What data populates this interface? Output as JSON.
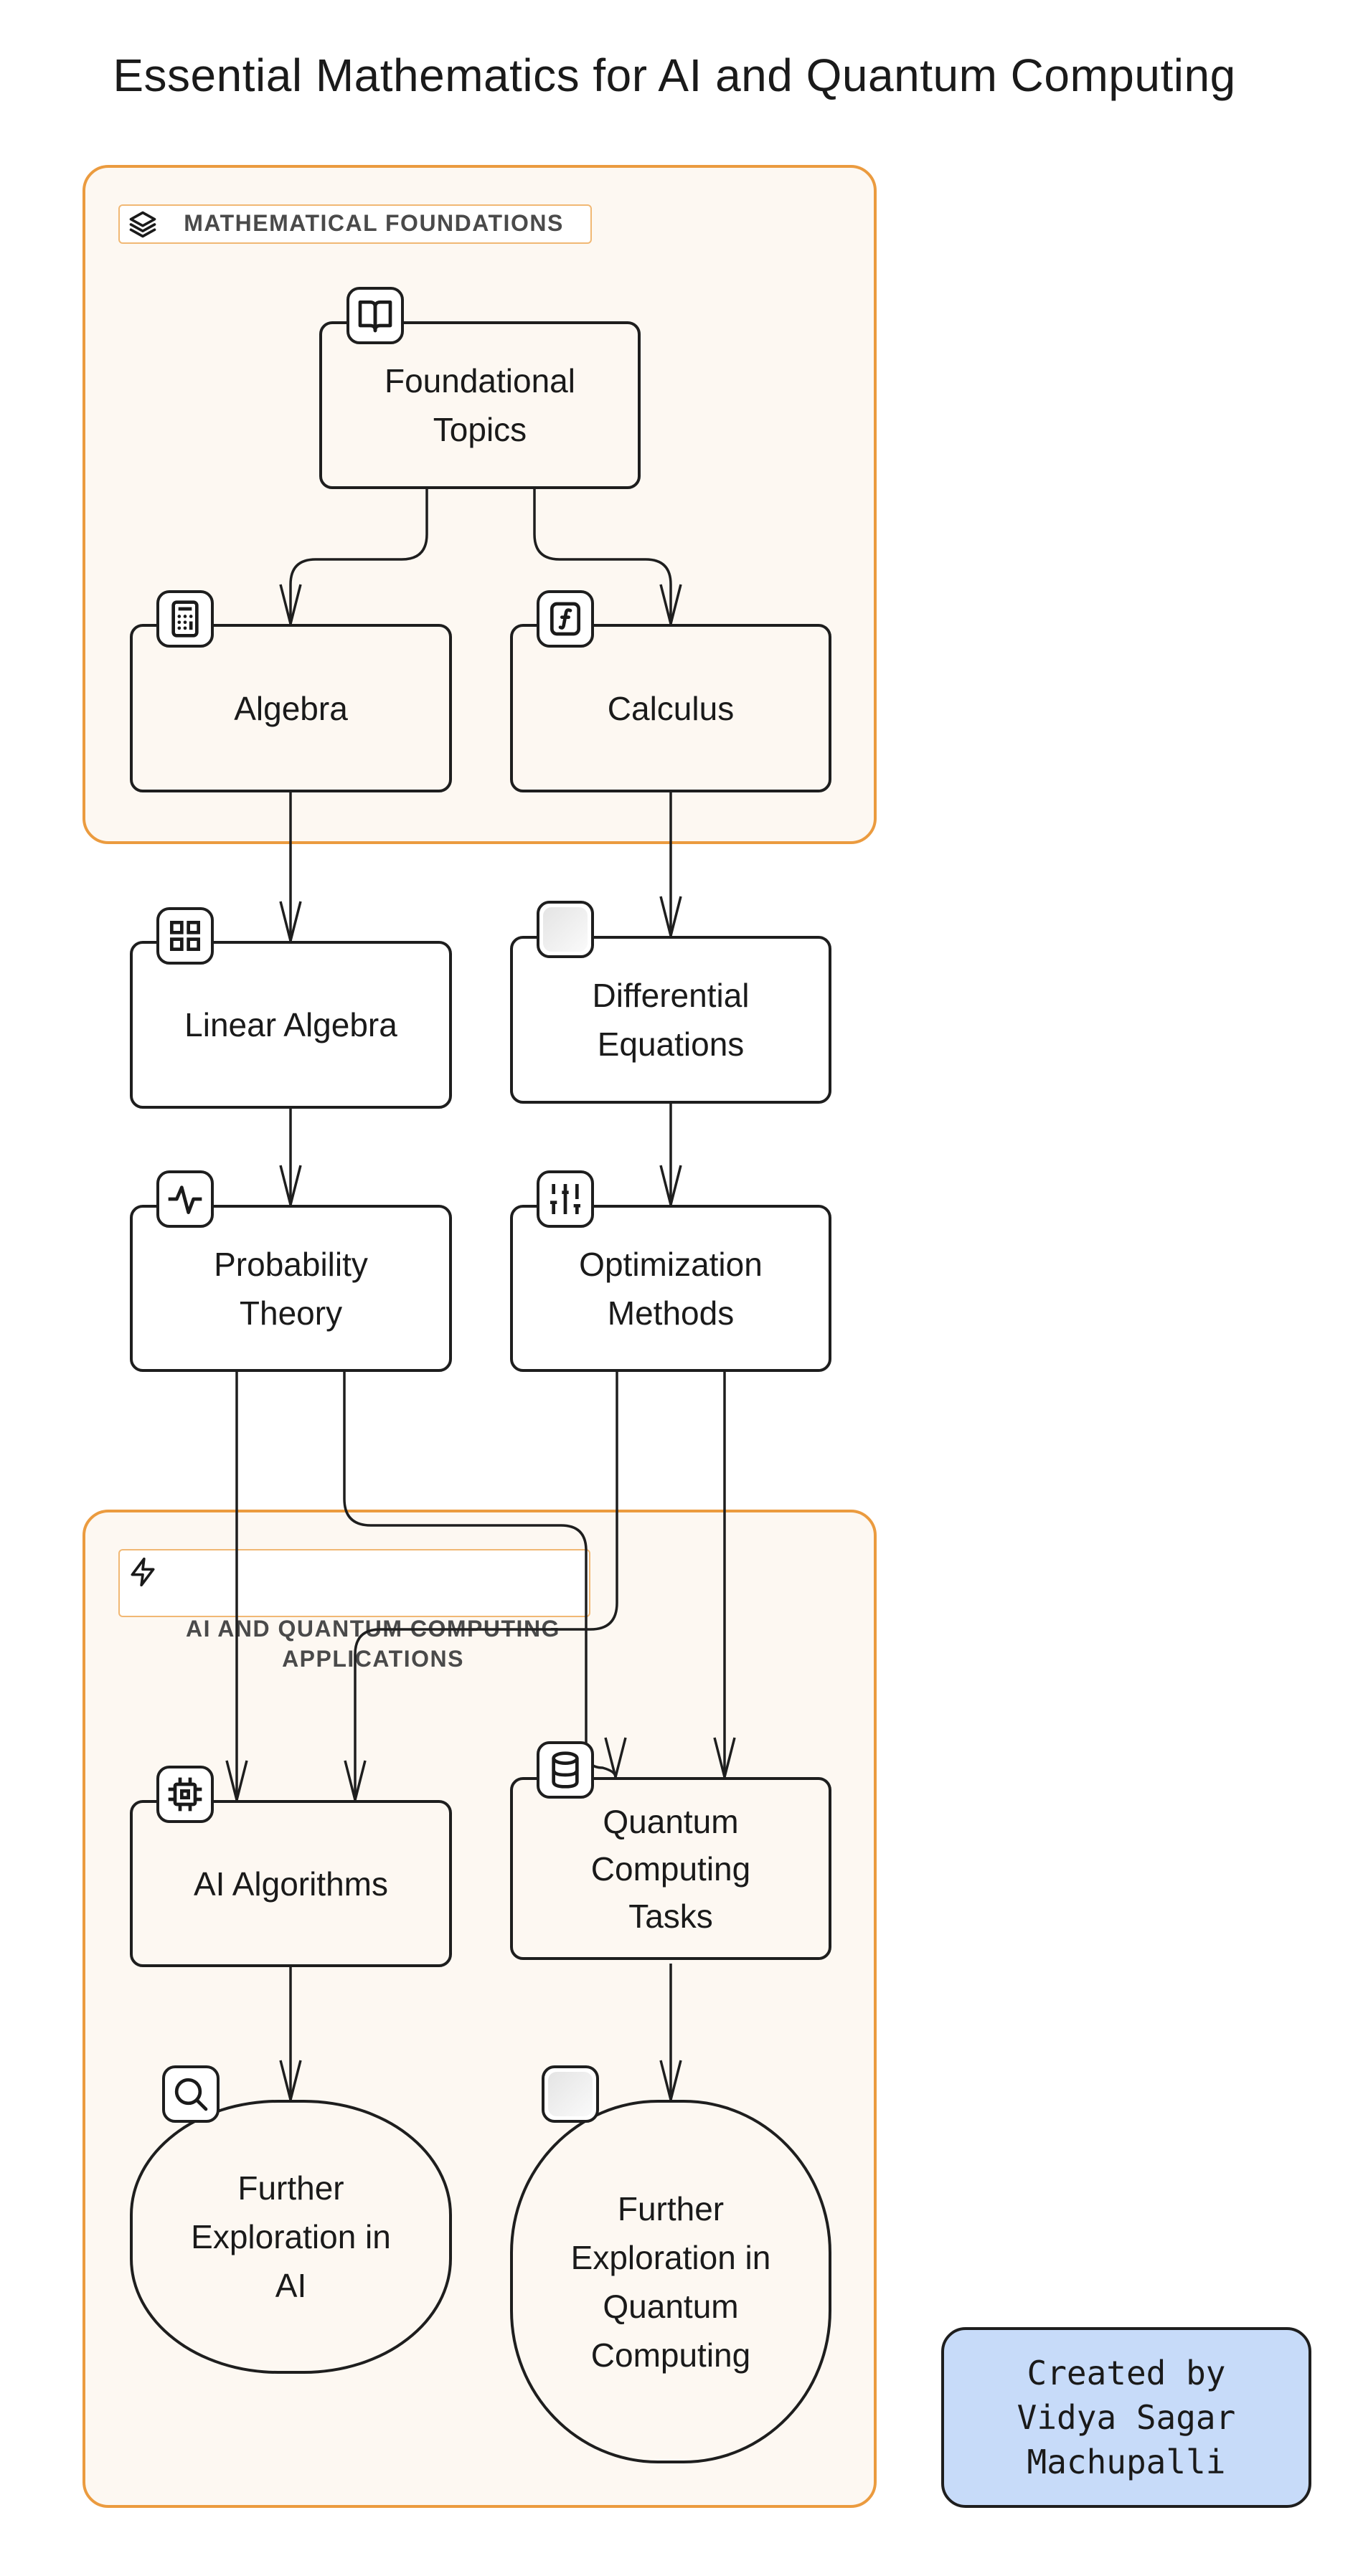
{
  "title": "Essential Mathematics for AI and Quantum Computing",
  "groups": [
    {
      "id": "foundations",
      "label": "MATHEMATICAL FOUNDATIONS",
      "icon": "layers-icon"
    },
    {
      "id": "applications",
      "label": "AI AND QUANTUM COMPUTING\nAPPLICATIONS",
      "icon": "lightning-icon"
    }
  ],
  "nodes": {
    "foundational_topics": {
      "label": "Foundational\nTopics",
      "icon": "book-icon"
    },
    "algebra": {
      "label": "Algebra",
      "icon": "calculator-icon"
    },
    "calculus": {
      "label": "Calculus",
      "icon": "function-icon"
    },
    "linear_algebra": {
      "label": "Linear Algebra",
      "icon": "grid-icon"
    },
    "differential_equations": {
      "label": "Differential\nEquations",
      "icon": "blank-icon"
    },
    "probability_theory": {
      "label": "Probability\nTheory",
      "icon": "pulse-icon"
    },
    "optimization_methods": {
      "label": "Optimization\nMethods",
      "icon": "sliders-icon"
    },
    "ai_algorithms": {
      "label": "AI Algorithms",
      "icon": "chip-icon"
    },
    "quantum_tasks": {
      "label": "Quantum\nComputing\nTasks",
      "icon": "database-icon"
    },
    "further_ai": {
      "label": "Further\nExploration in\nAI",
      "icon": "search-icon"
    },
    "further_quantum": {
      "label": "Further\nExploration in\nQuantum\nComputing",
      "icon": "blank-icon"
    }
  },
  "edges": [
    {
      "from": "foundational_topics",
      "to": "algebra"
    },
    {
      "from": "foundational_topics",
      "to": "calculus"
    },
    {
      "from": "algebra",
      "to": "linear_algebra"
    },
    {
      "from": "calculus",
      "to": "differential_equations"
    },
    {
      "from": "linear_algebra",
      "to": "probability_theory"
    },
    {
      "from": "differential_equations",
      "to": "optimization_methods"
    },
    {
      "from": "probability_theory",
      "to": "ai_algorithms"
    },
    {
      "from": "probability_theory",
      "to": "quantum_tasks"
    },
    {
      "from": "optimization_methods",
      "to": "ai_algorithms"
    },
    {
      "from": "optimization_methods",
      "to": "quantum_tasks"
    },
    {
      "from": "ai_algorithms",
      "to": "further_ai"
    },
    {
      "from": "quantum_tasks",
      "to": "further_quantum"
    }
  ],
  "credits": "Created by\nVidya Sagar\nMachupalli",
  "colors": {
    "group_border": "#eb9b3f",
    "group_fill": "#fdf8f2",
    "node_stroke": "#1e1e1e",
    "credits_fill": "#c7dbf9"
  }
}
